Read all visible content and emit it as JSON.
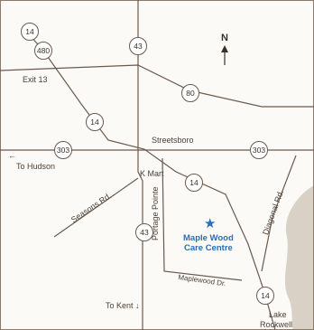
{
  "colors": {
    "road": "#6b5a4e",
    "water": "#d9d0c6",
    "poi": "#2a6db5",
    "text": "#4a3f37"
  },
  "north_label": "N",
  "shields": {
    "r14_top": "14",
    "r480": "480",
    "r43_top": "43",
    "r80": "80",
    "r14_mid": "14",
    "r303_left": "303",
    "r303_right": "303",
    "r14_lower": "14",
    "r43_bottom": "43",
    "r14_bottom": "14"
  },
  "labels": {
    "exit13": "Exit 13",
    "streetsboro": "Streetsboro",
    "to_hudson_arrow": "←",
    "to_hudson": "To Hudson",
    "kmart": "K Mart",
    "seasons_rd": "Seasons Rd.",
    "portage_pointe": "Portage Pointe",
    "diagonal_rd": "Diagonal Rd.",
    "maplewood_dr": "Maplewood Dr.",
    "to_kent": "To Kent ↓",
    "lake_line1": "Lake",
    "lake_line2": "Rockwell"
  },
  "poi": {
    "icon": "star-icon",
    "line1": "Maple Wood",
    "line2": "Care Centre"
  }
}
